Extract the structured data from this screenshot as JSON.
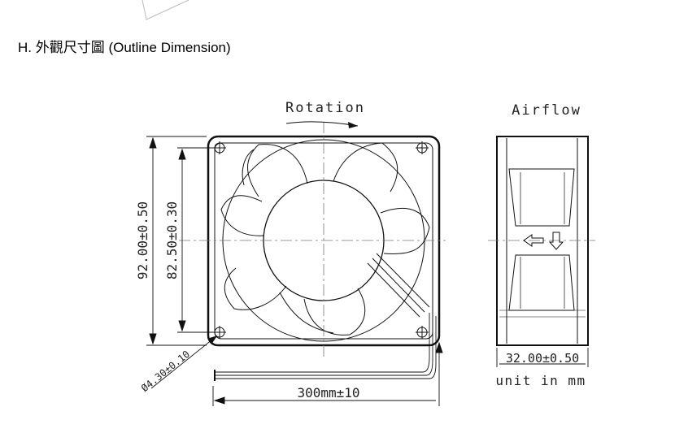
{
  "section": {
    "title": "H. 外觀尺寸圖 (Outline Dimension)"
  },
  "front_view": {
    "rotation_label": "Rotation",
    "height_outer": "92.00±0.50",
    "height_holes": "82.50±0.30",
    "hole_diameter": "Ø4.30±0.10",
    "lead_length": "300mm±10"
  },
  "side_view": {
    "airflow_label": "Airflow",
    "depth": "32.00±0.50",
    "unit_note": "unit in mm"
  }
}
